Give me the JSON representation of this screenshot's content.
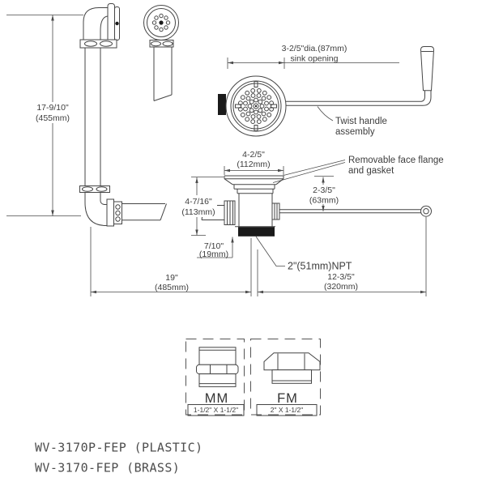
{
  "colors": {
    "ink": "#454545",
    "thread_fill": "#1a1a1a",
    "background": "#ffffff"
  },
  "dims": {
    "overflow_height": {
      "in": "17-9/10\"",
      "mm": "(455mm)"
    },
    "sink_opening": {
      "line1": "3-2/5\"dia.(87mm)",
      "line2": "sink opening"
    },
    "flange_width": {
      "in": "4-2/5\"",
      "mm": "(112mm)"
    },
    "body_height": {
      "in": "4-7/16\"",
      "mm": "(113mm)"
    },
    "handle_drop": {
      "in": "2-3/5\"",
      "mm": "(63mm)"
    },
    "thread_len": {
      "in": "7/10\"",
      "mm": "(19mm)"
    },
    "overall_len": {
      "in": "19\"",
      "mm": "(485mm)"
    },
    "handle_len": {
      "in": "12-3/5\"",
      "mm": "(320mm)"
    }
  },
  "labels": {
    "twist_handle": {
      "line1": "Twist handle",
      "line2": "assembly"
    },
    "face_flange": {
      "line1": "Removable face flange",
      "line2": "and gasket"
    },
    "npt": "2\"(51mm)NPT"
  },
  "fittings": {
    "mm": {
      "label": "MM",
      "size": "1-1/2\" X 1-1/2\""
    },
    "fm": {
      "label": "FM",
      "size": "2\" X 1-1/2\""
    }
  },
  "models": [
    "WV-3170P-FEP (PLASTIC)",
    "WV-3170-FEP (BRASS)"
  ]
}
